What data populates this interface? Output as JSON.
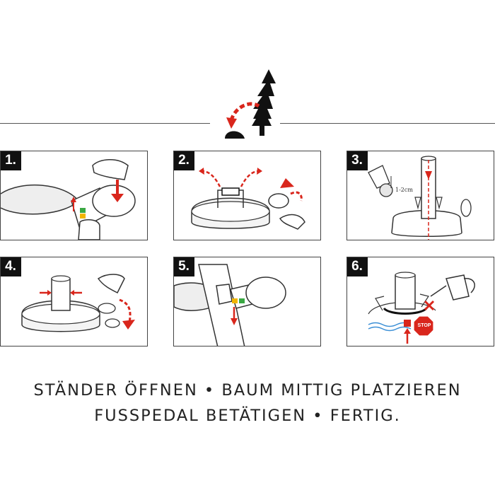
{
  "steps": [
    {
      "number": "1."
    },
    {
      "number": "2."
    },
    {
      "number": "3."
    },
    {
      "number": "4."
    },
    {
      "number": "5."
    },
    {
      "number": "6."
    }
  ],
  "step3_annotation": "1-2cm",
  "step6_stop_sign": "STOP",
  "caption": {
    "line1": "STÄNDER ÖFFNEN • BAUM MITTIG PLATZIEREN",
    "line2": "FUSSPEDAL BETÄTIGEN • FERTIG."
  },
  "colors": {
    "accent_red": "#d9261c",
    "dark": "#111111",
    "frame": "#444444",
    "lamp_green": "#3aa843",
    "lamp_yellow": "#f2b600",
    "water_blue": "#3b8fd6"
  },
  "icons": {
    "hero": "tree-in-stand-icon",
    "stop_sign": "stop-sign-icon",
    "cross": "cross-icon"
  }
}
